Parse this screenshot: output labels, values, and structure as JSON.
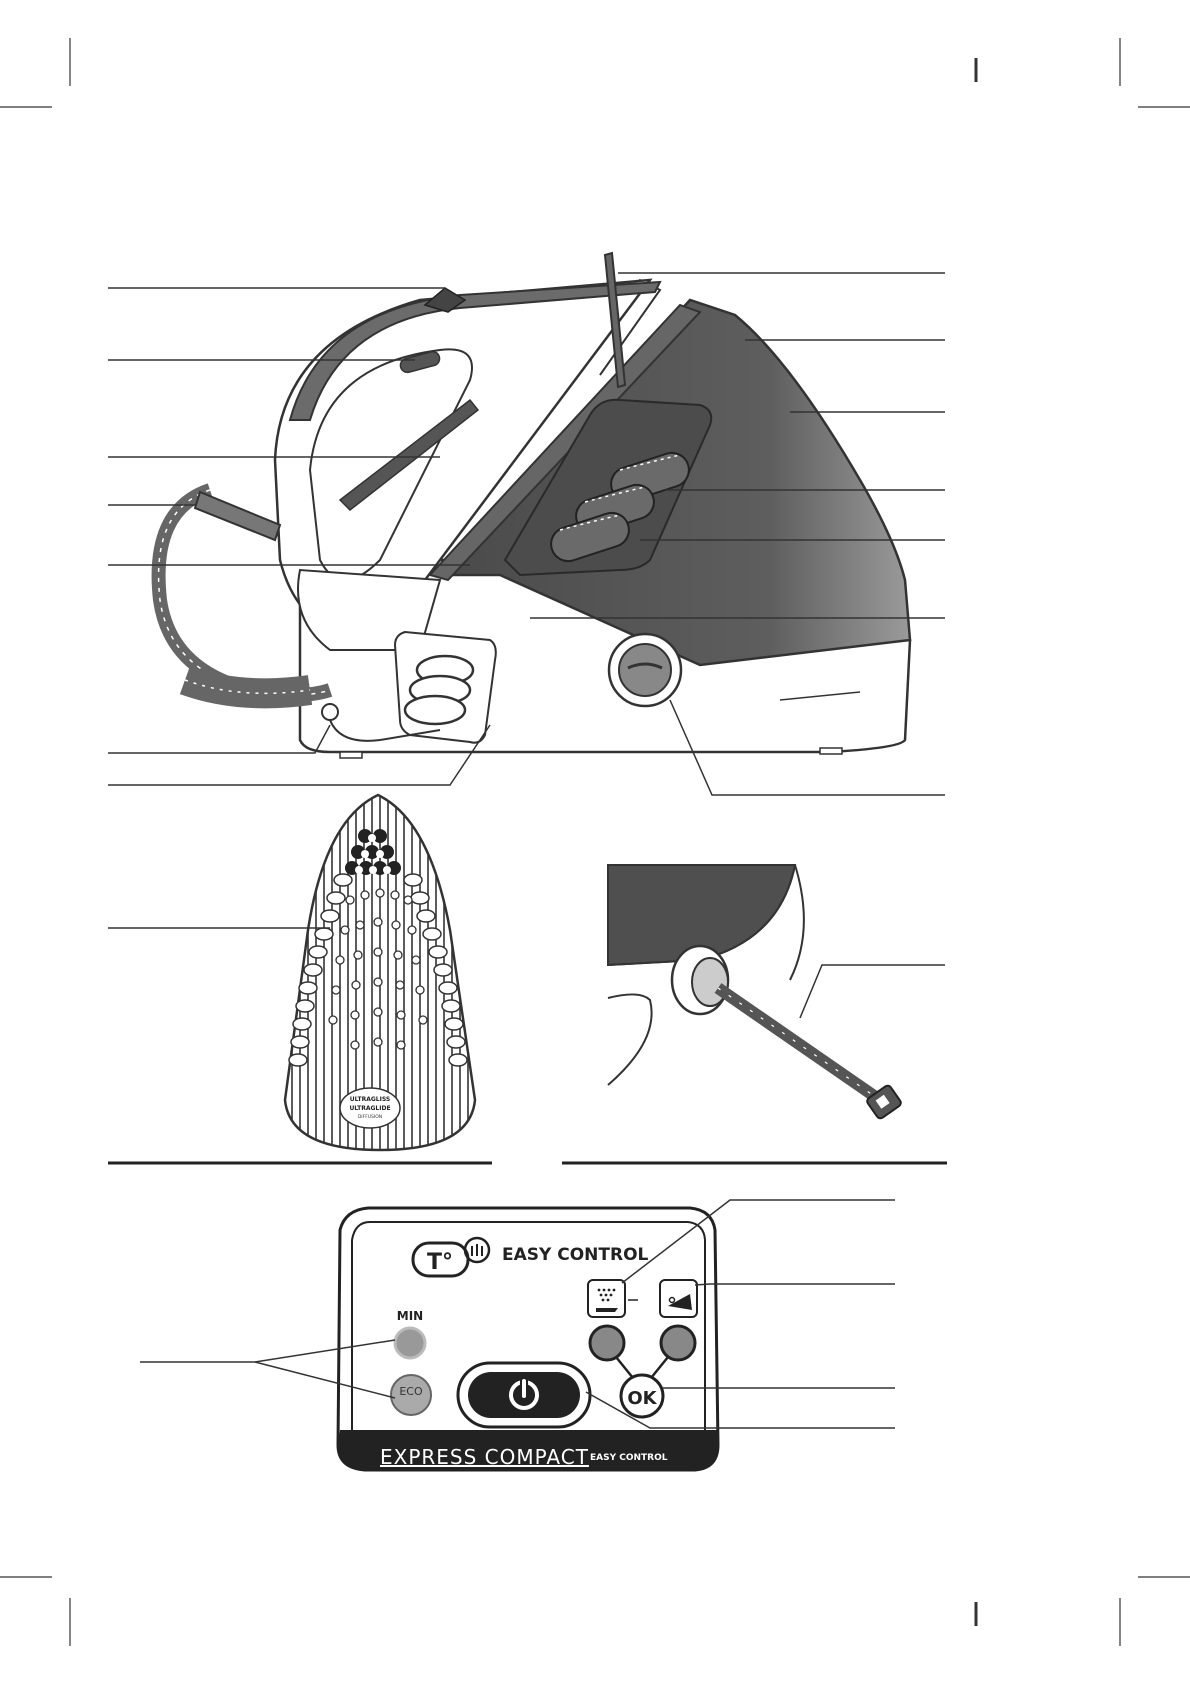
{
  "panel": {
    "brand_easy": "EASY CONTROL",
    "t_symbol": "T°",
    "min_label": "MIN",
    "eco_label": "ECO",
    "onoff_label": "ON / OFF",
    "ok_label": "OK",
    "model_name": "EXPRESS COMPACT",
    "model_sub": "EASY CONTROL"
  },
  "soleplate": {
    "logo_line1": "ULTRAGLISS",
    "logo_line2": "ULTRAGLIDE",
    "logo_line3": "DIFFUSION"
  },
  "colors": {
    "dark": "#555555",
    "mid": "#7a7a7a",
    "outline": "#333333",
    "accent_dots": "#ffffff"
  }
}
